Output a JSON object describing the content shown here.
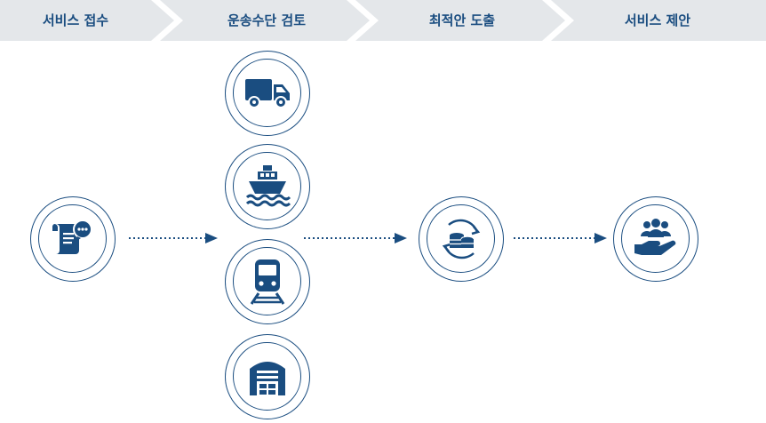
{
  "steps": [
    {
      "label": "서비스 접수"
    },
    {
      "label": "운송수단 검토"
    },
    {
      "label": "최적안 도출"
    },
    {
      "label": "서비스 제안"
    }
  ],
  "nodes": {
    "intake": {
      "icon": "scroll-chat-icon"
    },
    "truck": {
      "icon": "truck-icon"
    },
    "ship": {
      "icon": "ship-icon"
    },
    "train": {
      "icon": "train-icon"
    },
    "warehouse": {
      "icon": "warehouse-icon"
    },
    "optimize": {
      "icon": "coins-cycle-icon"
    },
    "proposal": {
      "icon": "hand-people-icon"
    }
  },
  "colors": {
    "primary": "#1a4d80",
    "banner_fill": "#e4e7ea",
    "background": "#ffffff"
  }
}
